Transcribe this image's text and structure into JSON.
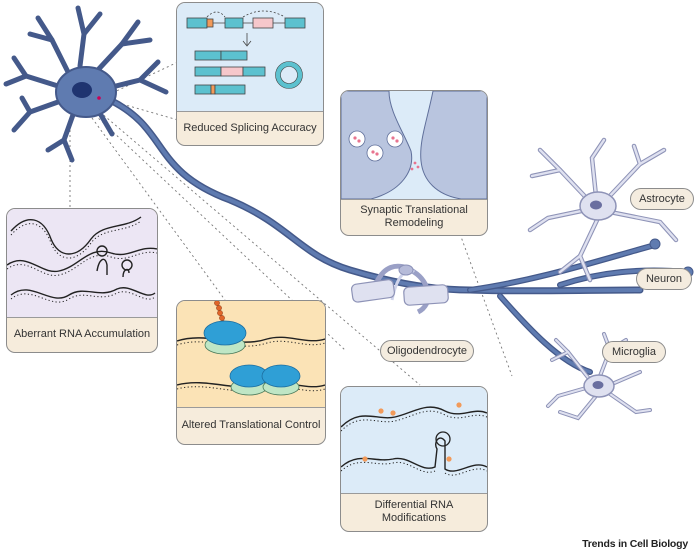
{
  "panels": {
    "splicing": "Reduced Splicing Accuracy",
    "synaptic": "Synaptic Translational Remodeling",
    "aberrant": "Aberrant RNA Accumulation",
    "translational": "Altered Translational Control",
    "modifications": "Differential RNA Modifications"
  },
  "cells": {
    "astrocyte": "Astrocyte",
    "neuron": "Neuron",
    "microglia": "Microglia",
    "oligodendrocyte": "Oligodendrocyte"
  },
  "brand": "Trends in Cell Biology",
  "colors": {
    "neuron": "#56709f",
    "glia": "#c9cde6",
    "panel_blue": "#dcebf8",
    "panel_lilac": "#ece6f4",
    "panel_orange": "#fbe3b6",
    "caption_bg": "#f6ecdc",
    "ribosome": "#2f9fd6",
    "accent": "#f29a5a"
  }
}
